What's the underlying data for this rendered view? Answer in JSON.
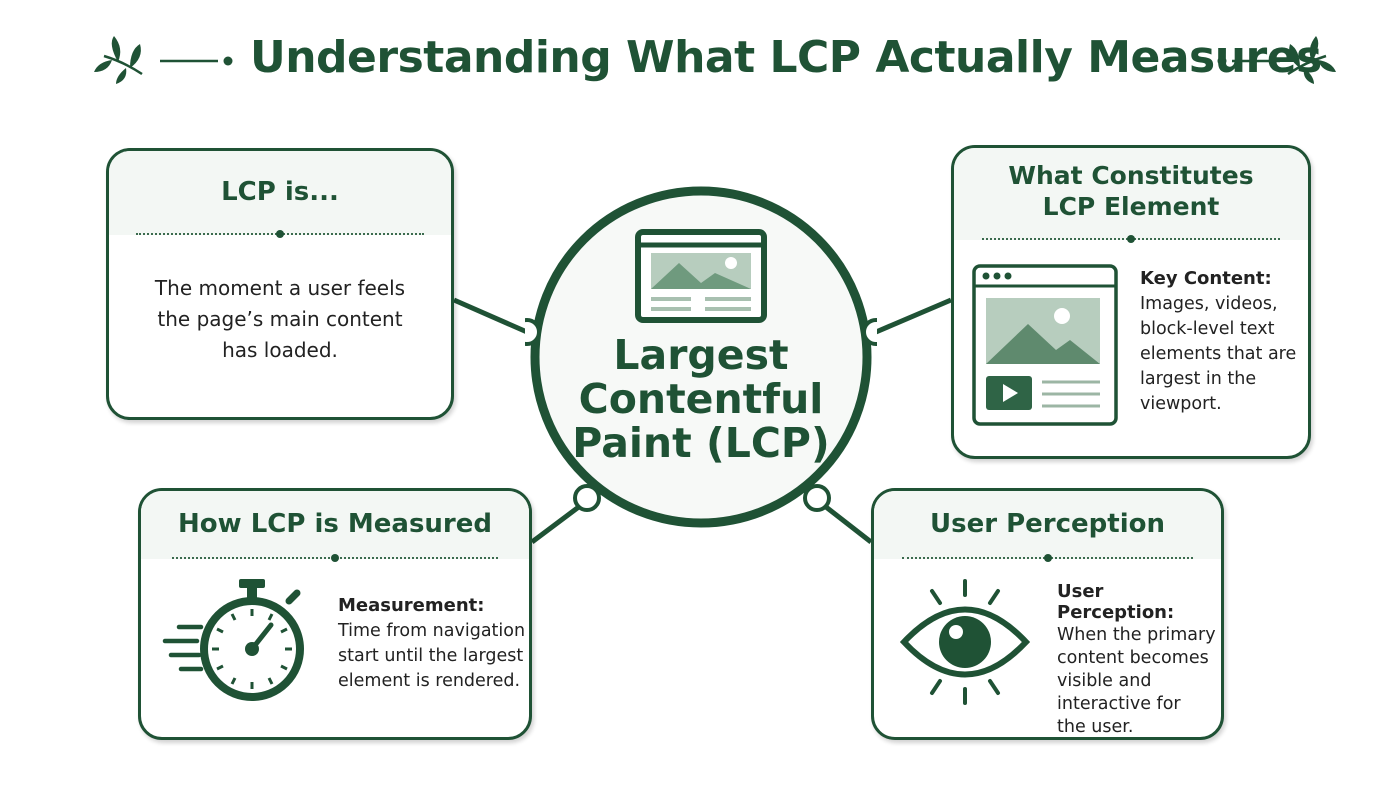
{
  "title": "Understanding What LCP Actually Measures",
  "center": {
    "lines": [
      "Largest",
      "Contentful",
      "Paint (LCP)"
    ]
  },
  "cards": {
    "lcp_is": {
      "title": "LCP is...",
      "text_lines": [
        "The moment a user feels",
        "the page’s main content",
        "has loaded."
      ]
    },
    "constitutes": {
      "title_lines": [
        "What Constitutes",
        "LCP Element"
      ],
      "label": "Key Content:",
      "text_lines": [
        "Images, videos,",
        "block-level text",
        "elements that are",
        "largest in the",
        "viewport."
      ]
    },
    "measured": {
      "title": "How LCP is Measured",
      "label": "Measurement:",
      "text_lines": [
        "Time from navigation",
        "start until the largest",
        "element is rendered."
      ]
    },
    "perception": {
      "title": "User Perception",
      "label": "User Perception:",
      "text_lines": [
        "When the primary",
        "content becomes",
        "visible and",
        "interactive for",
        "the user."
      ]
    }
  },
  "icons": {
    "center": "webpage-image-icon",
    "constitutes": "browser-media-icon",
    "measured": "stopwatch-icon",
    "perception": "eye-icon",
    "decor": "leaf-sprig-icon"
  },
  "colors": {
    "primary": "#1f5235",
    "secondary": "#6f9a7e",
    "header_fill": "#f3f7f4"
  }
}
